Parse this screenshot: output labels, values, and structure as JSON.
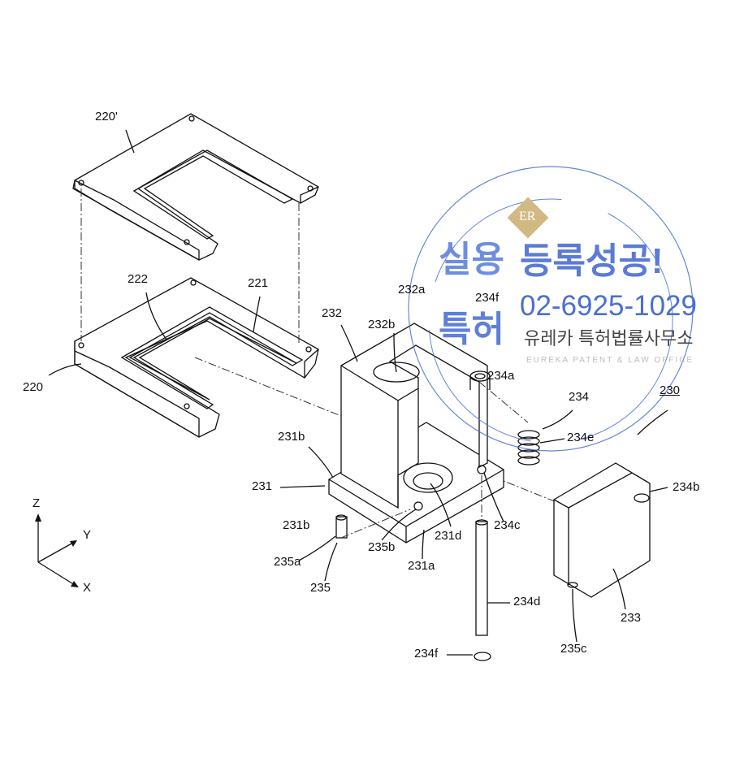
{
  "figure": {
    "labels": {
      "l220p": "220'",
      "l222": "222",
      "l221": "221",
      "l220": "220",
      "l232": "232",
      "l232b": "232b",
      "l232a": "232a",
      "l234f_top": "234f",
      "l234a": "234a",
      "l234": "234",
      "l230": "230",
      "l234e": "234e",
      "l231b_top": "231b",
      "l231": "231",
      "l231b_bot": "231b",
      "l235b": "235b",
      "l231d": "231d",
      "l234c": "234c",
      "l231a": "231a",
      "l235a": "235a",
      "l235": "235",
      "l234d": "234d",
      "l234b": "234b",
      "l233": "233",
      "l235c": "235c",
      "l234f_bot": "234f"
    },
    "axes": {
      "z": "Z",
      "y": "Y",
      "x": "X"
    }
  },
  "watermark": {
    "logo": "ER",
    "line1a": "실용",
    "line1b": "특허",
    "headline": "등록성공!",
    "phone": "02-6925-1029",
    "firm_ko": "유레카 특허법률사무소",
    "firm_en": "EUREKA PATENT & LAW OFFICE",
    "colors": {
      "blue": "#4a6fd0",
      "gold": "#c9ad6e",
      "gray": "#bdbdbd"
    }
  }
}
